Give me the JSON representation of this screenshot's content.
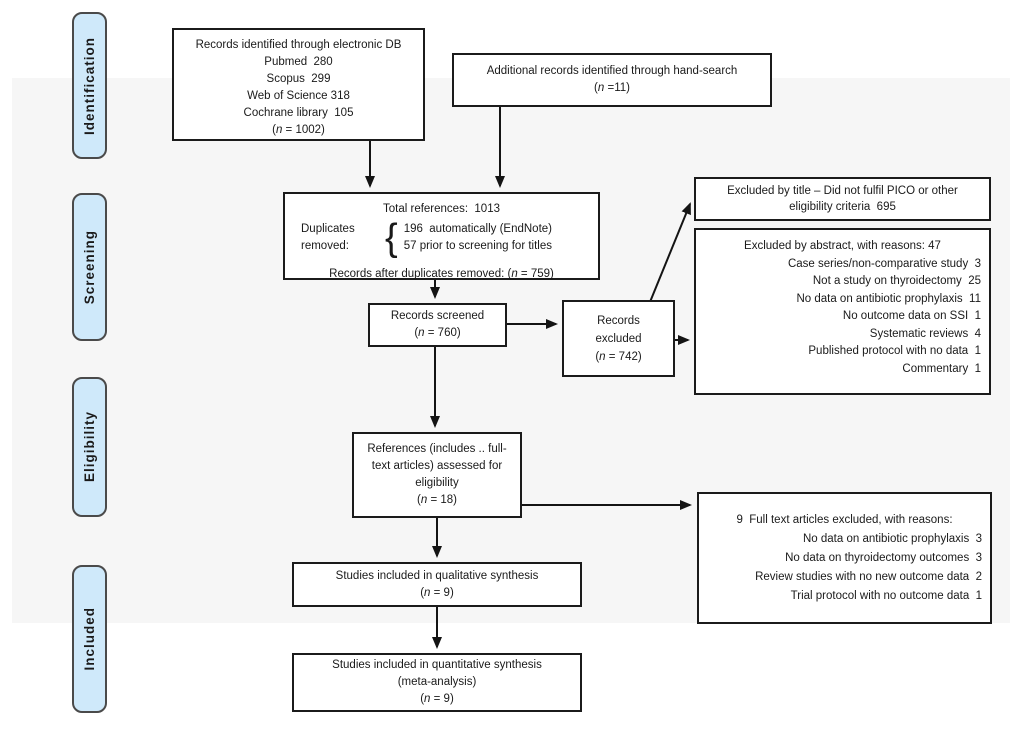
{
  "diagram_type": "PRISMA flow diagram",
  "colors": {
    "stage_fill": "#cfe9fa",
    "stage_border": "#4a4a4a",
    "box_border": "#1b1b1b",
    "background_band": "#f6f6f6",
    "arrow": "#141414"
  },
  "stages": [
    {
      "label": "Identification"
    },
    {
      "label": "Screening"
    },
    {
      "label": "Eligibility"
    },
    {
      "label": "Included"
    }
  ],
  "boxes": {
    "records_identified": {
      "lines": [
        "Records identified through electronic DB",
        "Pubmed  280",
        "Scopus  299",
        "Web of Science 318",
        "Cochrane library  105",
        "(n = 1002)"
      ]
    },
    "additional_records": {
      "lines": [
        "Additional records identified through hand-search",
        "(n =11)"
      ]
    },
    "total_references": {
      "title": "Total references:  1013",
      "duplicates_label_lines": [
        "Duplicates",
        "removed:"
      ],
      "brace": "{",
      "duplicates_items": [
        "196  automatically (EndNote)",
        "57 prior to screening for titles"
      ],
      "footer": "Records after duplicates removed: (n = 759)"
    },
    "records_screened": {
      "lines": [
        "Records screened",
        "(n = 760)"
      ]
    },
    "records_excluded": {
      "lines": [
        "Records",
        "excluded",
        "(n = 742)"
      ]
    },
    "excluded_by_title": {
      "lines": [
        "Excluded by title – Did not fulfil PICO or other",
        "eligibility criteria  695"
      ]
    },
    "excluded_by_abstract": {
      "header": "Excluded by abstract, with reasons: 47",
      "reasons": [
        "Case series/non-comparative study  3",
        "Not a study on thyroidectomy  25",
        "No data on antibiotic prophylaxis  11",
        "No outcome data on SSI  1",
        "Systematic reviews  4",
        "Published protocol with no data  1",
        "Commentary  1"
      ]
    },
    "references_assessed": {
      "lines": [
        "References (includes .. full-",
        "text articles) assessed for",
        "eligibility",
        "(n = 18)"
      ]
    },
    "fulltext_excluded": {
      "header": "9  Full text articles excluded, with reasons:",
      "reasons": [
        "No data on antibiotic prophylaxis  3",
        "No data on thyroidectomy outcomes  3",
        "Review studies with no new outcome data  2",
        "Trial protocol with no outcome data  1"
      ]
    },
    "qualitative_synthesis": {
      "lines": [
        "Studies included in qualitative synthesis",
        "(n = 9)"
      ]
    },
    "quantitative_synthesis": {
      "lines": [
        "Studies included in quantitative synthesis",
        "(meta-analysis)",
        "(n = 9)"
      ]
    }
  }
}
